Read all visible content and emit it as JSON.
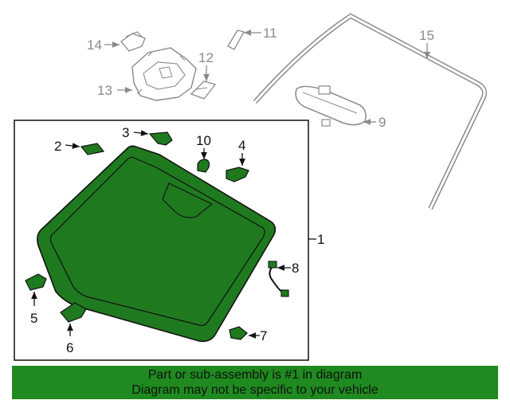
{
  "callouts": {
    "c1": "1",
    "c2": "2",
    "c3": "3",
    "c4": "4",
    "c5": "5",
    "c6": "6",
    "c7": "7",
    "c8": "8",
    "c9": "9",
    "c10": "10",
    "c11": "11",
    "c12": "12",
    "c13": "13",
    "c14": "14",
    "c15": "15"
  },
  "banner": {
    "line1": "Part or sub-assembly is #1 in diagram",
    "line2": "Diagram may not be specific to your vehicle"
  },
  "colors": {
    "highlight_fill": "#1f7a1f",
    "banner_bg": "#1f8a1f",
    "line_dark": "#111111",
    "line_grey": "#8a8a8a"
  }
}
